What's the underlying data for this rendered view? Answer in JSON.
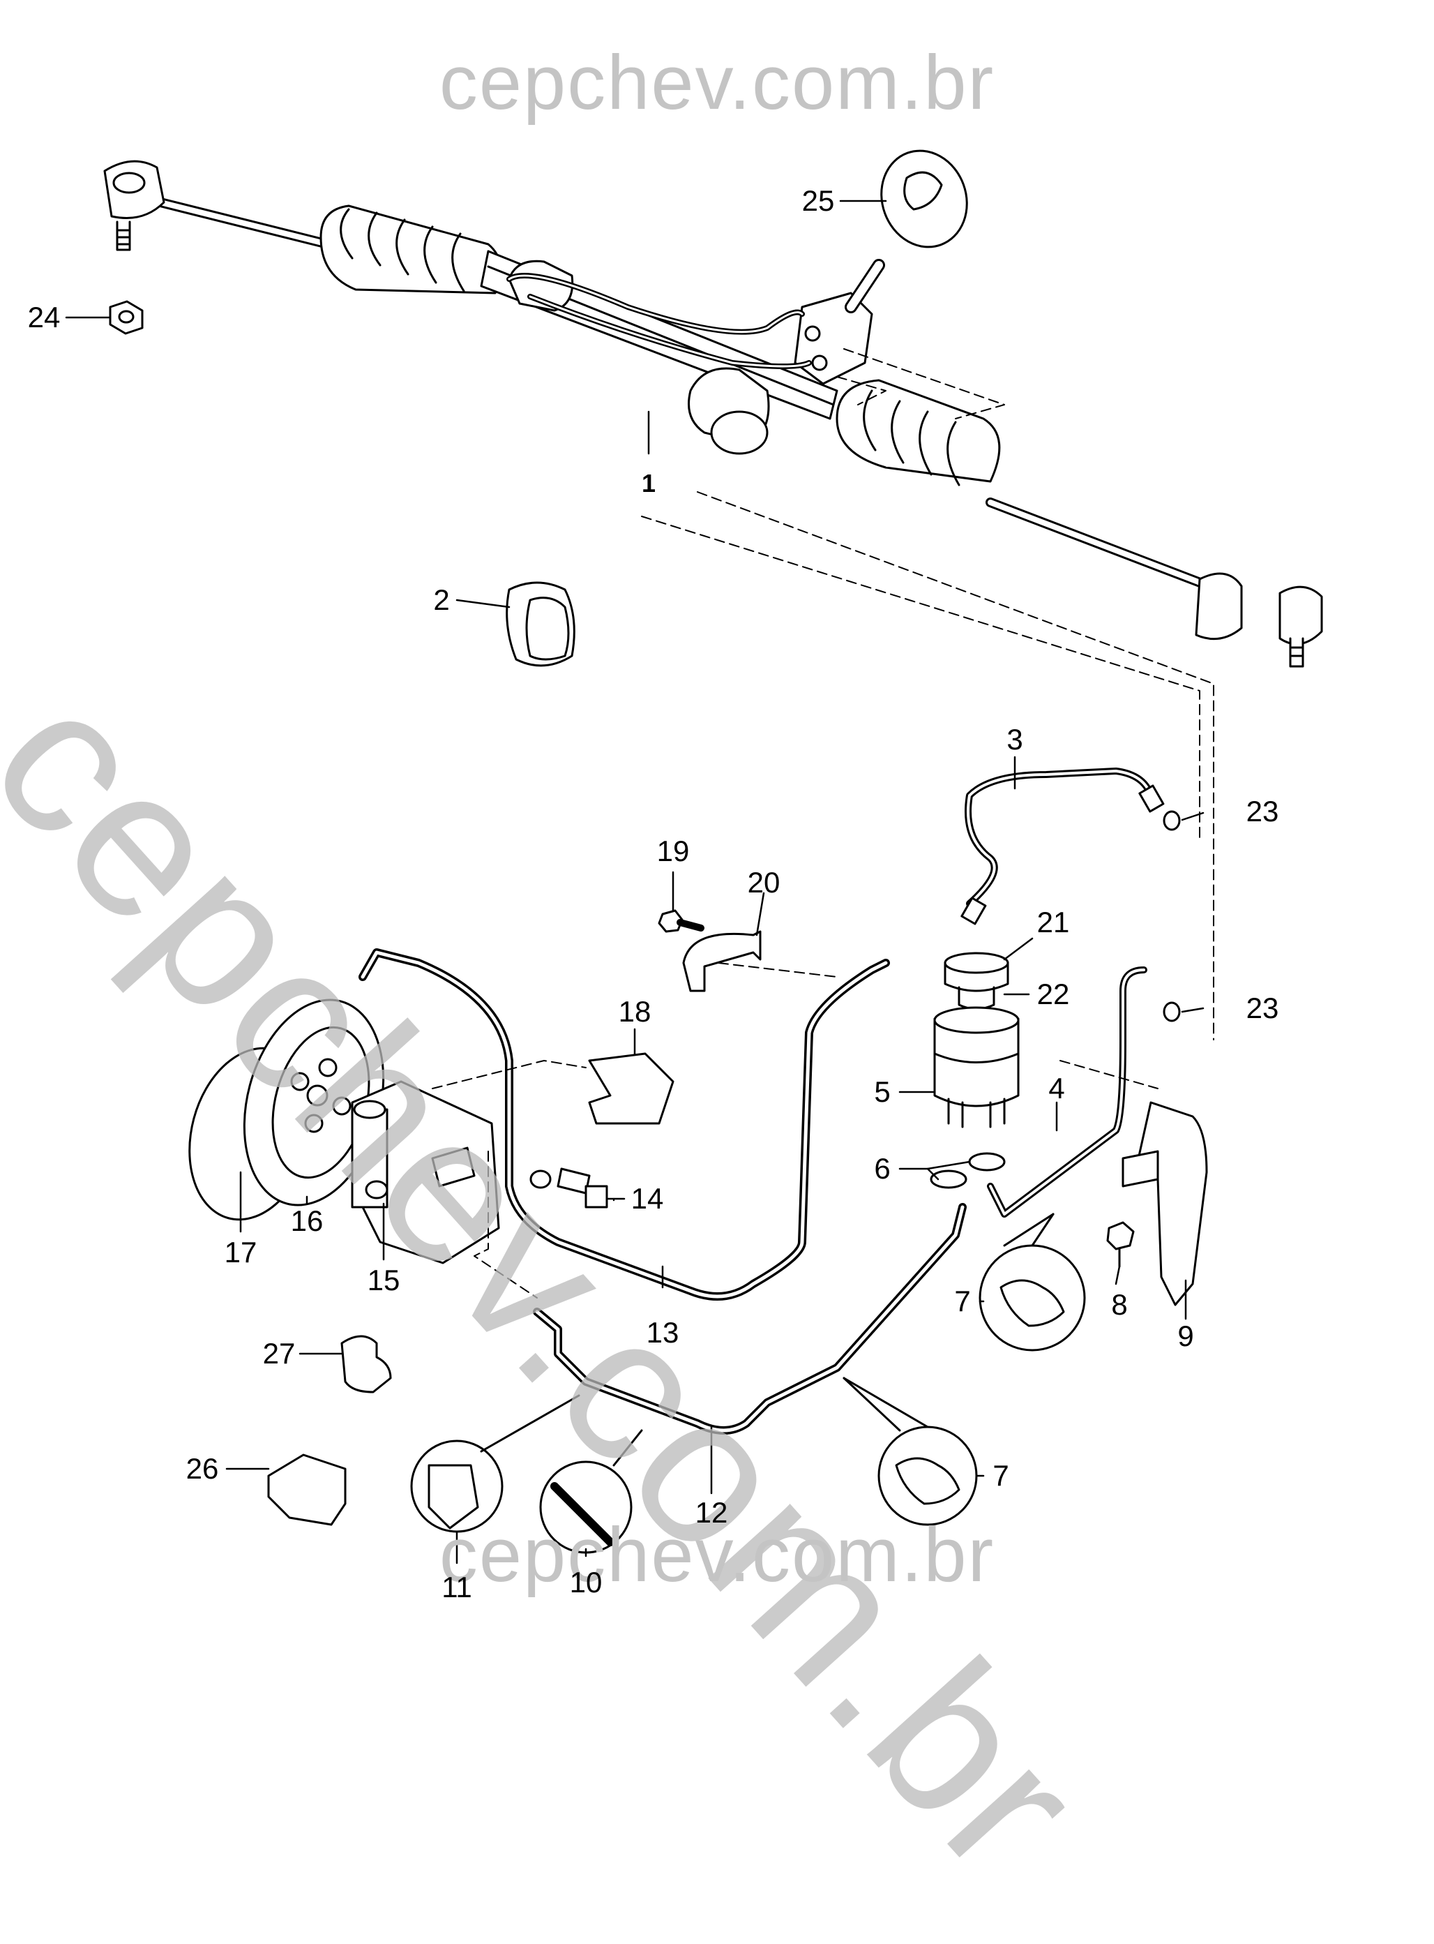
{
  "watermark": {
    "top": "cepchev.com.br",
    "diagonal": "cepchev.com.br",
    "bottom": "cepchev.com.br"
  },
  "callouts": [
    {
      "id": "1",
      "label": "1"
    },
    {
      "id": "2",
      "label": "2"
    },
    {
      "id": "3",
      "label": "3"
    },
    {
      "id": "4",
      "label": "4"
    },
    {
      "id": "5",
      "label": "5"
    },
    {
      "id": "6",
      "label": "6"
    },
    {
      "id": "7a",
      "label": "7"
    },
    {
      "id": "7b",
      "label": "7"
    },
    {
      "id": "8",
      "label": "8"
    },
    {
      "id": "9",
      "label": "9"
    },
    {
      "id": "10",
      "label": "10"
    },
    {
      "id": "11",
      "label": "11"
    },
    {
      "id": "12",
      "label": "12"
    },
    {
      "id": "13",
      "label": "13"
    },
    {
      "id": "14",
      "label": "14"
    },
    {
      "id": "15",
      "label": "15"
    },
    {
      "id": "16",
      "label": "16"
    },
    {
      "id": "17",
      "label": "17"
    },
    {
      "id": "18",
      "label": "18"
    },
    {
      "id": "19",
      "label": "19"
    },
    {
      "id": "20",
      "label": "20"
    },
    {
      "id": "21",
      "label": "21"
    },
    {
      "id": "22",
      "label": "22"
    },
    {
      "id": "23a",
      "label": "23"
    },
    {
      "id": "23b",
      "label": "23"
    },
    {
      "id": "24",
      "label": "24"
    },
    {
      "id": "25",
      "label": "25"
    },
    {
      "id": "26",
      "label": "26"
    },
    {
      "id": "27",
      "label": "27"
    }
  ]
}
